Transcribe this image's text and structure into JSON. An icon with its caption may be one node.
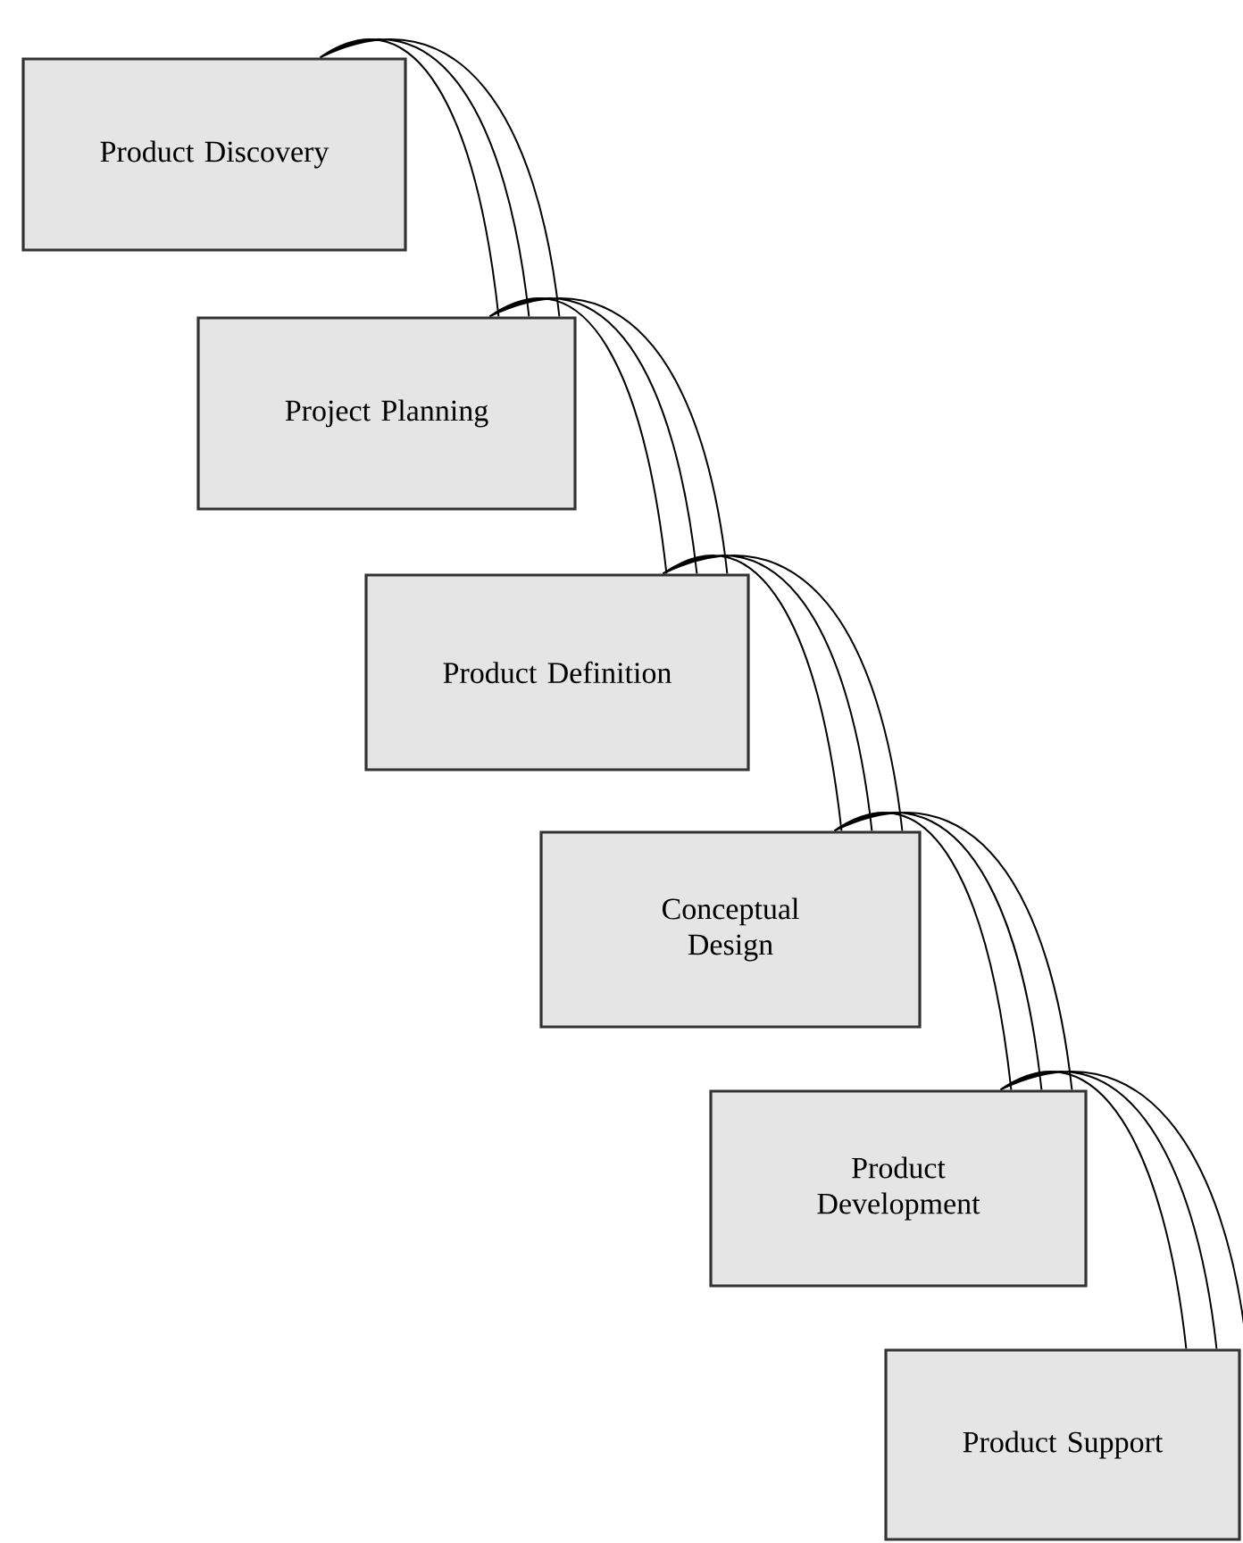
{
  "diagram": {
    "nodes": [
      {
        "text": [
          "Product Discovery"
        ]
      },
      {
        "text": [
          "Project Planning"
        ]
      },
      {
        "text": [
          "Product Definition"
        ]
      },
      {
        "text": [
          "Conceptual Design"
        ]
      },
      {
        "text": [
          "Product Development"
        ]
      },
      {
        "text": [
          "Product Support"
        ]
      }
    ],
    "edges": [
      {
        "from": 0,
        "to": 1,
        "arrow": "none"
      },
      {
        "from": 1,
        "to": 2,
        "arrow": "none"
      },
      {
        "from": 2,
        "to": 3,
        "arrow": "none"
      },
      {
        "from": 3,
        "to": 4,
        "arrow": "none"
      },
      {
        "from": 4,
        "to": 5,
        "arrow": "none"
      }
    ]
  }
}
